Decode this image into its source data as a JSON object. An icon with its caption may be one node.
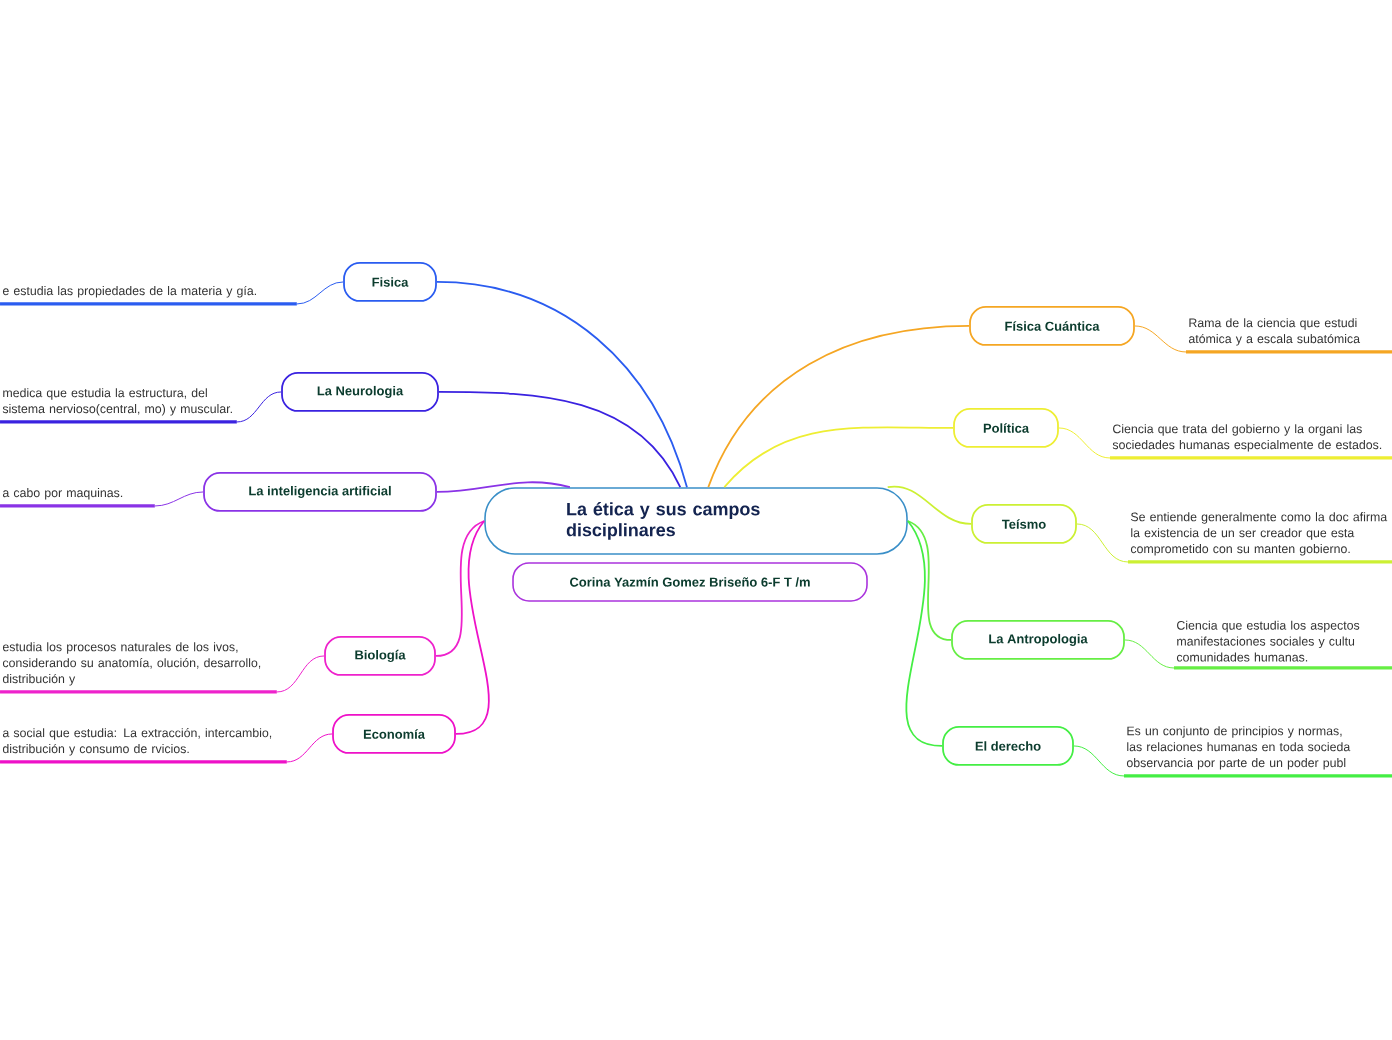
{
  "diagram": {
    "nodes": [
      {
        "text": [
          "La ética y sus campos disciplinares"
        ]
      },
      {
        "text": [
          "Corina Yazmín Gomez Briseño 6-F T /m"
        ]
      },
      {
        "text": [
          "Fisica"
        ]
      },
      {
        "text": [
          "e estudia las propiedades de la materia y gía."
        ]
      },
      {
        "text": [
          "La Neurologia"
        ]
      },
      {
        "text": [
          "medica que estudia la estructura, del sistema nervioso(central, mo) y muscular."
        ]
      },
      {
        "text": [
          "La inteligencia artificial"
        ]
      },
      {
        "text": [
          "a cabo por maquinas."
        ]
      },
      {
        "text": [
          "Biología"
        ]
      },
      {
        "text": [
          "estudia los procesos naturales de los ivos, considerando su anatomía, olución, desarrollo, distribución y"
        ]
      },
      {
        "text": [
          "Economía"
        ]
      },
      {
        "text": [
          "a social que estudia: La extracción, intercambio, distribución y consumo de rvicios."
        ]
      },
      {
        "text": [
          "Física Cuántica"
        ]
      },
      {
        "text": [
          "Rama de la ciencia que estudi atómica y a escala subatómica"
        ]
      },
      {
        "text": [
          "Política"
        ]
      },
      {
        "text": [
          "Ciencia que trata del gobierno y la organi las sociedades humanas especialmente de estados."
        ]
      },
      {
        "text": [
          "Teísmo"
        ]
      },
      {
        "text": [
          "Se entiende generalmente como la doc afirma la existencia de un ser creador que esta comprometido con su manten gobierno."
        ]
      },
      {
        "text": [
          "La Antropologia"
        ]
      },
      {
        "text": [
          "Ciencia que estudia los aspectos manifestaciones sociales y cultu comunidades humanas."
        ]
      },
      {
        "text": [
          "El derecho"
        ]
      },
      {
        "text": [
          "Es un conjunto de principios y normas, las relaciones humanas en toda socieda observancia por parte de un poder publ"
        ]
      }
    ],
    "edges": [
      {
        "from": 0,
        "to": 2,
        "arrow": "none",
        "color": "#2a5cf0"
      },
      {
        "from": 2,
        "to": 3,
        "arrow": "none",
        "color": "#2a5cf0"
      },
      {
        "from": 0,
        "to": 4,
        "arrow": "none",
        "color": "#3a22e0"
      },
      {
        "from": 4,
        "to": 5,
        "arrow": "none",
        "color": "#3a22e0"
      },
      {
        "from": 0,
        "to": 6,
        "arrow": "none",
        "color": "#8a33e6"
      },
      {
        "from": 6,
        "to": 7,
        "arrow": "none",
        "color": "#8a33e6"
      },
      {
        "from": 0,
        "to": 8,
        "arrow": "none",
        "color": "#ee22cc"
      },
      {
        "from": 8,
        "to": 9,
        "arrow": "none",
        "color": "#ee22cc"
      },
      {
        "from": 0,
        "to": 10,
        "arrow": "none",
        "color": "#ee11c8"
      },
      {
        "from": 10,
        "to": 11,
        "arrow": "none",
        "color": "#ee11c8"
      },
      {
        "from": 0,
        "to": 12,
        "arrow": "none",
        "color": "#f5a623"
      },
      {
        "from": 12,
        "to": 13,
        "arrow": "none",
        "color": "#f5a623"
      },
      {
        "from": 0,
        "to": 14,
        "arrow": "none",
        "color": "#eeee33"
      },
      {
        "from": 14,
        "to": 15,
        "arrow": "none",
        "color": "#eeee33"
      },
      {
        "from": 0,
        "to": 16,
        "arrow": "none",
        "color": "#ccf033"
      },
      {
        "from": 16,
        "to": 17,
        "arrow": "none",
        "color": "#ccf033"
      },
      {
        "from": 0,
        "to": 18,
        "arrow": "none",
        "color": "#66ee44"
      },
      {
        "from": 18,
        "to": 19,
        "arrow": "none",
        "color": "#66ee44"
      },
      {
        "from": 0,
        "to": 20,
        "arrow": "none",
        "color": "#44ee44"
      },
      {
        "from": 20,
        "to": 21,
        "arrow": "none",
        "color": "#44ee44"
      }
    ]
  }
}
